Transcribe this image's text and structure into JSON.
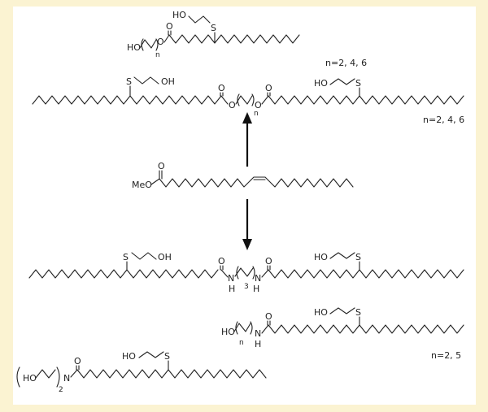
{
  "figure": {
    "atoms": {
      "O": "O",
      "S": "S",
      "N": "N",
      "H": "H",
      "OH": "OH",
      "HO": "HO",
      "MeO": "MeO"
    },
    "subscripts": {
      "n": "n",
      "three": "3",
      "two": "2"
    },
    "notes": {
      "row1": "n=2, 4, 6",
      "row2": "n=2, 4, 6",
      "row5": "n=2, 5"
    },
    "colors": {
      "border": "#fbf3d2",
      "ink": "#222222"
    }
  }
}
